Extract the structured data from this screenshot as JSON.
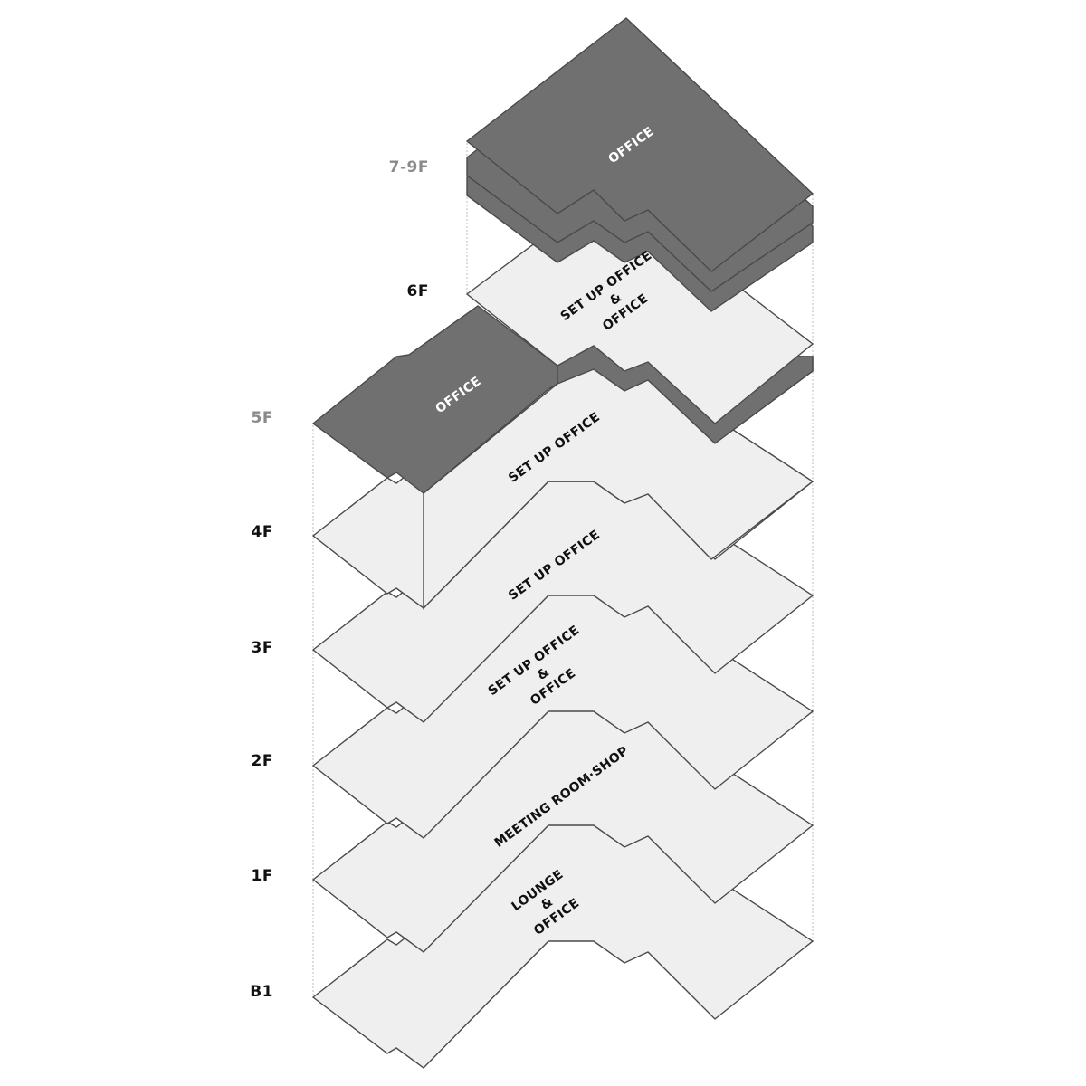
{
  "colors": {
    "light_plate": "#efefef",
    "dark_plate": "#707070",
    "outline": "#4a4a4a",
    "label_active": "#111111",
    "label_muted": "#8a8a8a",
    "zone_on_light": "#111111",
    "zone_on_dark": "#ffffff"
  },
  "floors": [
    {
      "id": "7-9f",
      "label": "7-9F",
      "muted": true,
      "zone": {
        "lines": [
          "OFFICE"
        ]
      }
    },
    {
      "id": "6f",
      "label": "6F",
      "muted": false,
      "zone": {
        "lines": [
          "SET UP OFFICE",
          "&",
          "OFFICE"
        ]
      }
    },
    {
      "id": "5f",
      "label": "5F",
      "muted": true,
      "zone": {
        "lines": [
          "OFFICE"
        ]
      }
    },
    {
      "id": "5f-right",
      "label": "",
      "muted": false,
      "zone": {
        "lines": [
          "SET UP OFFICE"
        ]
      }
    },
    {
      "id": "4f",
      "label": "4F",
      "muted": false,
      "zone": {
        "lines": [
          "SET UP OFFICE"
        ]
      }
    },
    {
      "id": "3f",
      "label": "3F",
      "muted": false,
      "zone": {
        "lines": [
          "SET UP OFFICE",
          "&",
          "OFFICE"
        ]
      }
    },
    {
      "id": "2f",
      "label": "2F",
      "muted": false,
      "zone": {
        "lines": [
          "MEETING ROOM·SHOP"
        ]
      }
    },
    {
      "id": "1f",
      "label": "1F",
      "muted": false,
      "zone": {
        "lines": [
          "LOUNGE",
          "&",
          "OFFICE"
        ]
      }
    },
    {
      "id": "b1",
      "label": "B1",
      "muted": false,
      "zone": {
        "lines": []
      }
    }
  ]
}
